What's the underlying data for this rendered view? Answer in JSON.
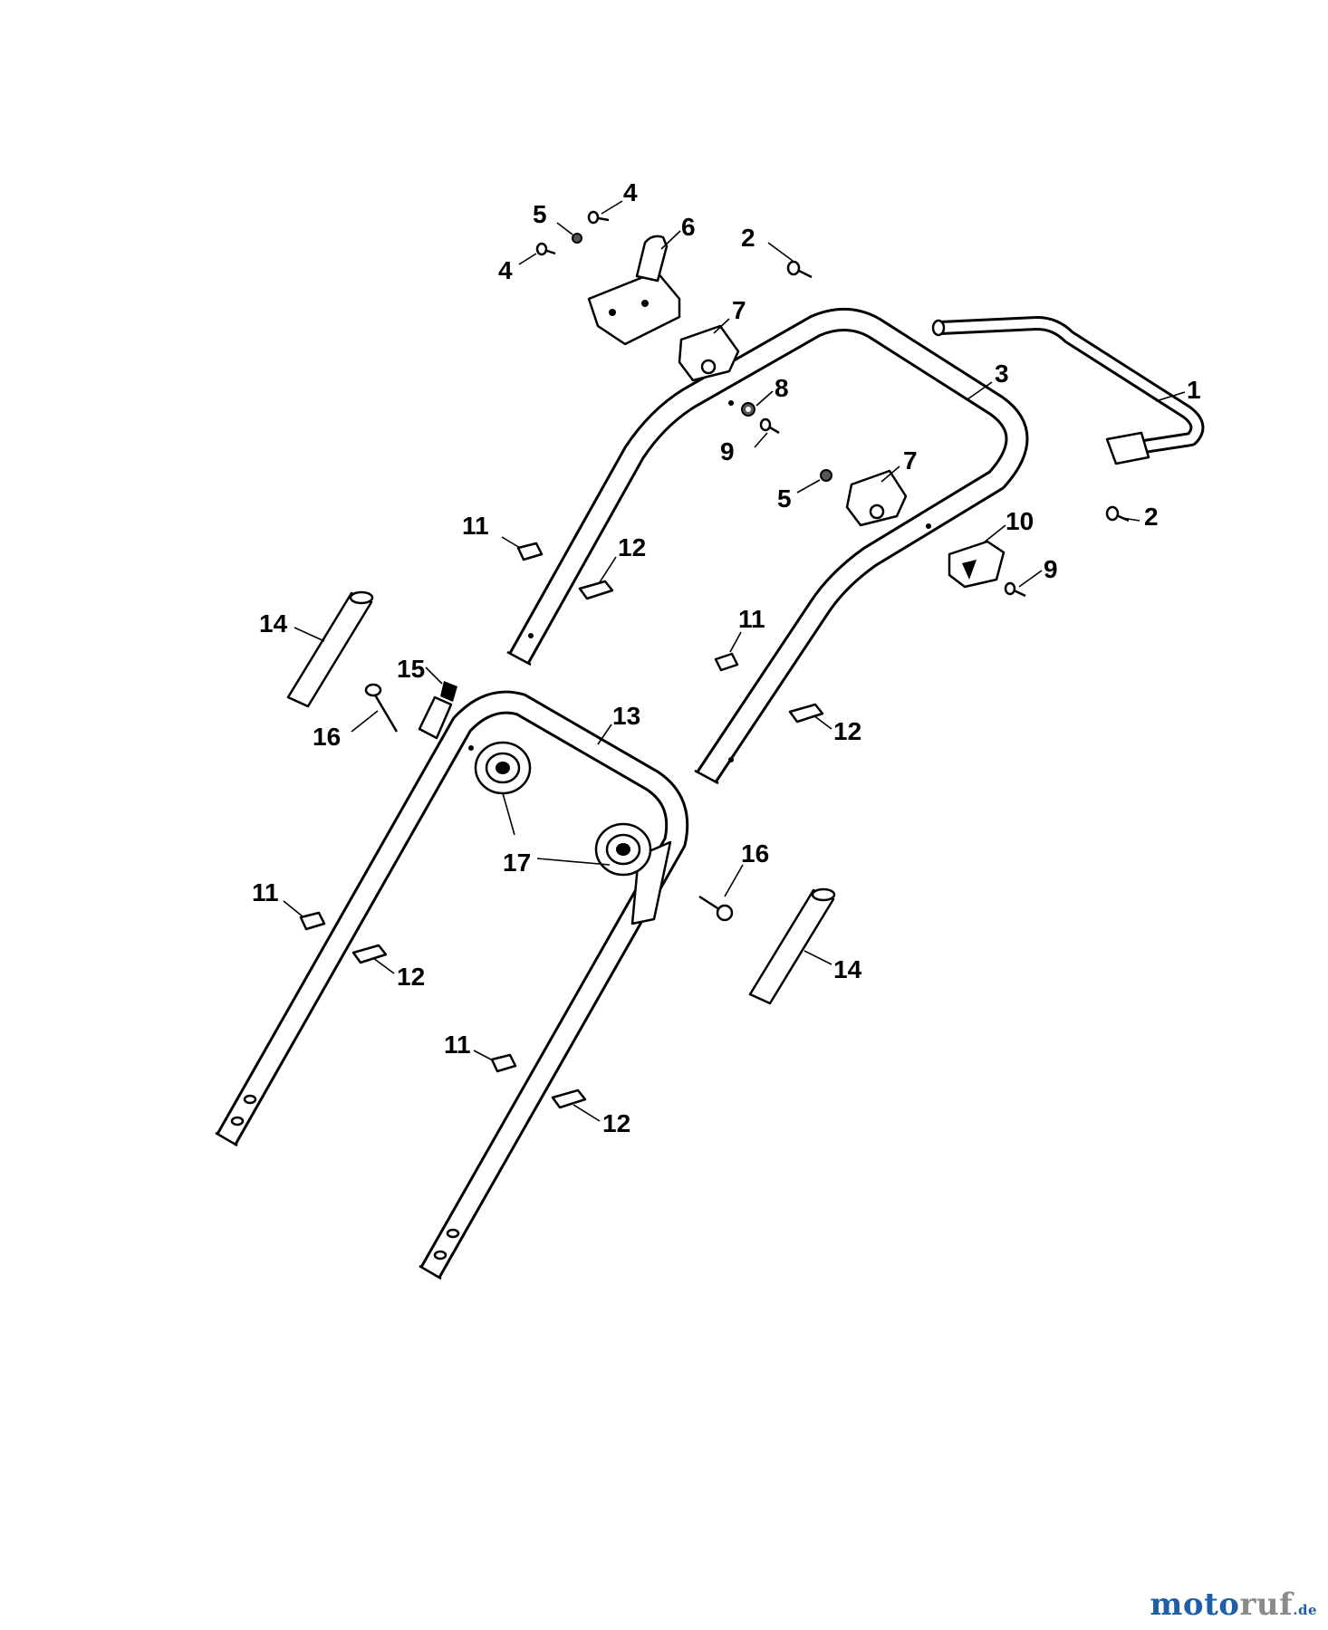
{
  "watermark": {
    "part1": "moto",
    "part2": "ruf",
    "part3": ".de"
  },
  "callouts": [
    {
      "label": "1"
    },
    {
      "label": "2"
    },
    {
      "label": "2"
    },
    {
      "label": "3"
    },
    {
      "label": "4"
    },
    {
      "label": "4"
    },
    {
      "label": "5"
    },
    {
      "label": "5"
    },
    {
      "label": "6"
    },
    {
      "label": "7"
    },
    {
      "label": "7"
    },
    {
      "label": "8"
    },
    {
      "label": "9"
    },
    {
      "label": "9"
    },
    {
      "label": "10"
    },
    {
      "label": "11"
    },
    {
      "label": "11"
    },
    {
      "label": "11"
    },
    {
      "label": "11"
    },
    {
      "label": "12"
    },
    {
      "label": "12"
    },
    {
      "label": "12"
    },
    {
      "label": "12"
    },
    {
      "label": "13"
    },
    {
      "label": "14"
    },
    {
      "label": "14"
    },
    {
      "label": "15"
    },
    {
      "label": "16"
    },
    {
      "label": "16"
    },
    {
      "label": "17"
    }
  ]
}
